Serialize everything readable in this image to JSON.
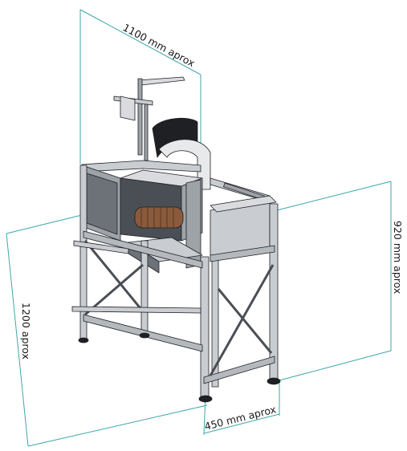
{
  "diagram": {
    "subject": "machine-frame-isometric",
    "dimensions": {
      "top": "1100 mm aprox",
      "right": "920 mm aprox",
      "left": "1200 aprox",
      "bottom": "450 mm aprox"
    },
    "colors": {
      "dimension_line": "#3fa6a9",
      "frame_light": "#c9ccd0",
      "frame_mid": "#9ea3a8",
      "frame_dark": "#4a4f55",
      "frame_black": "#1e2024",
      "panel": "#d9dbde",
      "coil": "#8a5a3c",
      "background": "#ffffff"
    }
  }
}
